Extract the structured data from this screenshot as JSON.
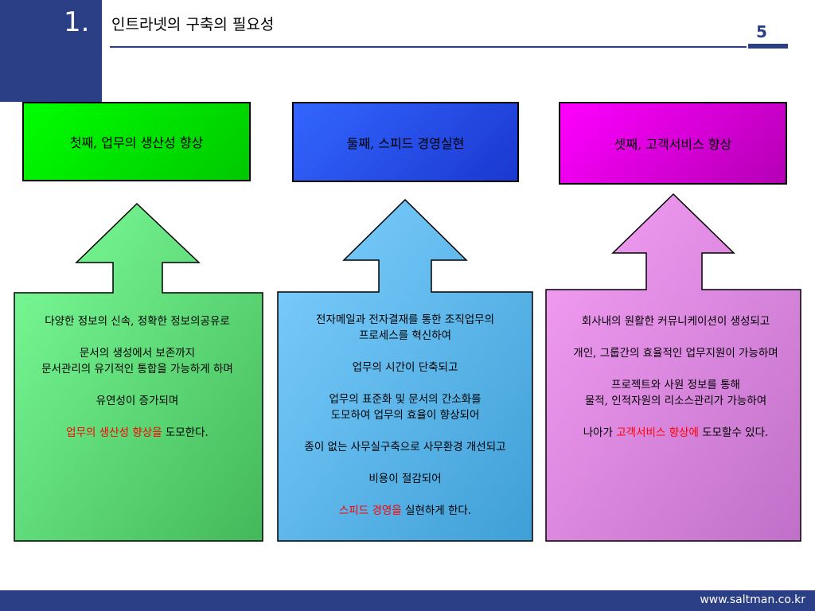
{
  "header": {
    "number": "1.",
    "title": "인트라넷의 구축의 필요성",
    "page_number": "5"
  },
  "colors": {
    "accent": "#2b3f86",
    "green": "#00e000",
    "blue": "#3355ee",
    "magenta": "#ee00ee",
    "highlight": "#ff0000"
  },
  "columns": [
    {
      "heading": "첫째, 업무의 생산성 향상",
      "lines": [
        "다양한 정보의 신속, 정확한 정보의공유로",
        "문서의 생성에서 보존까지",
        "문서관리의 유기적인 통합을 가능하게 하며",
        "유연성이 증가되며"
      ],
      "final_highlight": "업무의 생산성 향상을",
      "final_rest": " 도모한다."
    },
    {
      "heading": "둘째, 스피드 경영실현",
      "lines": [
        "전자메일과 전자결재를 통한 조직업무의",
        "프로세스를 혁신하여",
        "업무의 시간이 단축되고",
        "업무의 표준화 및 문서의 간소화를",
        "도모하여 업무의 효율이 향상되어",
        "종이 없는 사무실구축으로 사무환경 개선되고",
        "비용이 절감되어"
      ],
      "final_highlight": "스피드 경영을",
      "final_rest": " 실현하게 한다."
    },
    {
      "heading": "셋째, 고객서비스 향상",
      "lines": [
        "회사내의 원활한 커뮤니케이션이 생성되고",
        "개인, 그룹간의 효율적인 업무지원이 가능하며",
        "프로젝트와 사원 정보를 통해",
        "물적, 인적자원의 리소스관리가 가능하여"
      ],
      "final_prefix": "나아가 ",
      "final_highlight": "고객서비스 향상에",
      "final_rest": " 도모할수 있다."
    }
  ],
  "footer": {
    "url": "www.saltman.co.kr"
  }
}
